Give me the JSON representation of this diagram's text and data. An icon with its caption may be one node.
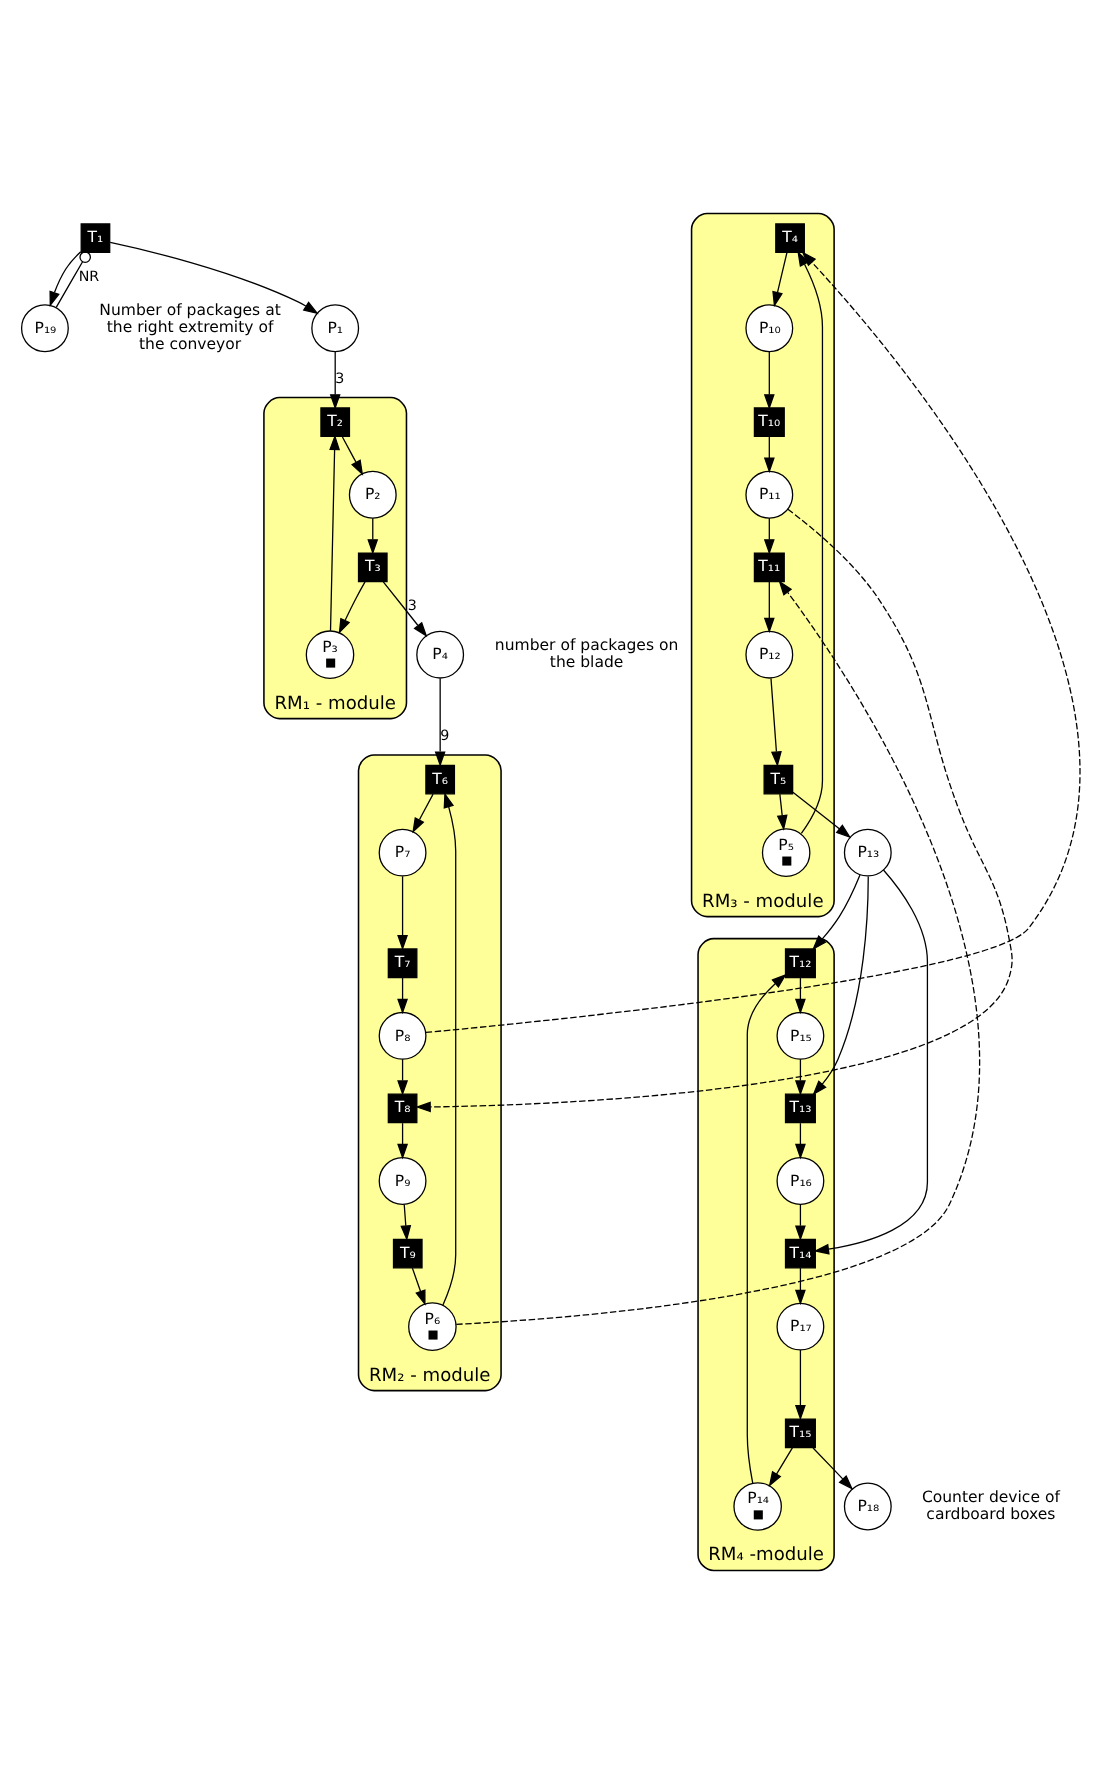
{
  "diagram": {
    "nodes": [
      {
        "text": [
          "T₁"
        ]
      },
      {
        "text": [
          "P₁₉"
        ],
        "beside": [
          "Number of packages at the right extremity of the conveyor"
        ]
      },
      {
        "text": [
          "P₁"
        ]
      },
      {
        "text": [
          "RM₁ - module"
        ]
      },
      {
        "text": [
          "T₂"
        ],
        "in": 3
      },
      {
        "text": [
          "P₂"
        ],
        "in": 3
      },
      {
        "text": [
          "T₃"
        ],
        "in": 3
      },
      {
        "text": [
          "P₃"
        ],
        "in": 3
      },
      {
        "text": [
          "P₄"
        ],
        "beside": [
          "number of packages on the blade"
        ]
      },
      {
        "text": [
          "RM₂ - module"
        ]
      },
      {
        "text": [
          "P₆"
        ],
        "in": 9
      },
      {
        "text": [
          "T₆"
        ],
        "in": 9
      },
      {
        "text": [
          "P₇"
        ],
        "in": 9
      },
      {
        "text": [
          "T₇"
        ],
        "in": 9
      },
      {
        "text": [
          "P₈"
        ],
        "in": 9
      },
      {
        "text": [
          "T₉"
        ],
        "in": 9
      },
      {
        "text": [
          "P₉"
        ],
        "in": 9
      },
      {
        "text": [
          "T₈"
        ],
        "in": 9
      },
      {
        "text": [
          "RM₃ - module"
        ]
      },
      {
        "text": [
          "T₄"
        ],
        "in": 18
      },
      {
        "text": [
          "P₁₀"
        ],
        "in": 18
      },
      {
        "text": [
          "T₁₀"
        ],
        "in": 18
      },
      {
        "text": [
          "P₁₁"
        ],
        "in": 18
      },
      {
        "text": [
          "P₅"
        ],
        "in": 18
      },
      {
        "text": [
          "T₅"
        ],
        "in": 18
      },
      {
        "text": [
          "P₁₂"
        ],
        "in": 18
      },
      {
        "text": [
          "T₁₁"
        ],
        "in": 18
      },
      {
        "text": [
          "P₁₃"
        ]
      },
      {
        "text": [
          "RM₄ -module"
        ]
      },
      {
        "text": [
          "P₁₄"
        ],
        "in": 28
      },
      {
        "text": [
          "T₁₂"
        ],
        "in": 28
      },
      {
        "text": [
          "P₁₅"
        ],
        "in": 28
      },
      {
        "text": [
          "T₁₃"
        ],
        "in": 28
      },
      {
        "text": [
          "P₁₆"
        ],
        "in": 28
      },
      {
        "text": [
          "T₁₄"
        ],
        "in": 28
      },
      {
        "text": [
          "T₁₅"
        ],
        "in": 28
      },
      {
        "text": [
          "P₁₇"
        ],
        "in": 28
      },
      {
        "text": [
          "P₁₈"
        ],
        "beside": [
          "Counter device of cardboard boxes"
        ]
      }
    ],
    "edges": [
      {
        "from": 1,
        "to": 0,
        "arrow": "other",
        "label": "NR"
      },
      {
        "from": 0,
        "to": 1,
        "arrow": "to"
      },
      {
        "from": 0,
        "to": 2,
        "arrow": "to"
      },
      {
        "from": 2,
        "to": 4,
        "arrow": "to",
        "label": "3"
      },
      {
        "from": 4,
        "to": 5,
        "arrow": "to"
      },
      {
        "from": 5,
        "to": 6,
        "arrow": "to"
      },
      {
        "from": 6,
        "to": 7,
        "arrow": "to"
      },
      {
        "from": 7,
        "to": 4,
        "arrow": "to"
      },
      {
        "from": 6,
        "to": 8,
        "arrow": "to",
        "label": "3"
      },
      {
        "from": 8,
        "to": 11,
        "arrow": "to",
        "label": "9"
      },
      {
        "from": 10,
        "to": 11,
        "arrow": "to"
      },
      {
        "from": 11,
        "to": 12,
        "arrow": "to"
      },
      {
        "from": 12,
        "to": 13,
        "arrow": "to"
      },
      {
        "from": 13,
        "to": 14,
        "arrow": "to"
      },
      {
        "from": 14,
        "to": 17,
        "arrow": "to"
      },
      {
        "from": 17,
        "to": 16,
        "arrow": "to"
      },
      {
        "from": 16,
        "to": 15,
        "arrow": "to"
      },
      {
        "from": 15,
        "to": 10,
        "arrow": "to"
      },
      {
        "from": 10,
        "to": 26,
        "arrow": "to",
        "style": "dashed"
      },
      {
        "from": 14,
        "to": 19,
        "arrow": "to",
        "style": "dashed"
      },
      {
        "from": 22,
        "to": 17,
        "arrow": "to",
        "style": "dashed"
      },
      {
        "from": 19,
        "to": 20,
        "arrow": "to"
      },
      {
        "from": 20,
        "to": 21,
        "arrow": "to"
      },
      {
        "from": 21,
        "to": 22,
        "arrow": "to"
      },
      {
        "from": 22,
        "to": 26,
        "arrow": "to"
      },
      {
        "from": 26,
        "to": 25,
        "arrow": "to"
      },
      {
        "from": 25,
        "to": 24,
        "arrow": "to"
      },
      {
        "from": 24,
        "to": 23,
        "arrow": "to"
      },
      {
        "from": 23,
        "to": 19,
        "arrow": "to"
      },
      {
        "from": 24,
        "to": 27,
        "arrow": "to"
      },
      {
        "from": 27,
        "to": 30,
        "arrow": "to"
      },
      {
        "from": 27,
        "to": 32,
        "arrow": "to"
      },
      {
        "from": 27,
        "to": 34,
        "arrow": "to"
      },
      {
        "from": 29,
        "to": 30,
        "arrow": "to"
      },
      {
        "from": 30,
        "to": 31,
        "arrow": "to"
      },
      {
        "from": 31,
        "to": 32,
        "arrow": "to"
      },
      {
        "from": 32,
        "to": 33,
        "arrow": "to"
      },
      {
        "from": 33,
        "to": 34,
        "arrow": "to"
      },
      {
        "from": 34,
        "to": 36,
        "arrow": "to"
      },
      {
        "from": 36,
        "to": 35,
        "arrow": "to"
      },
      {
        "from": 35,
        "to": 29,
        "arrow": "to"
      },
      {
        "from": 35,
        "to": 37,
        "arrow": "to"
      }
    ]
  }
}
